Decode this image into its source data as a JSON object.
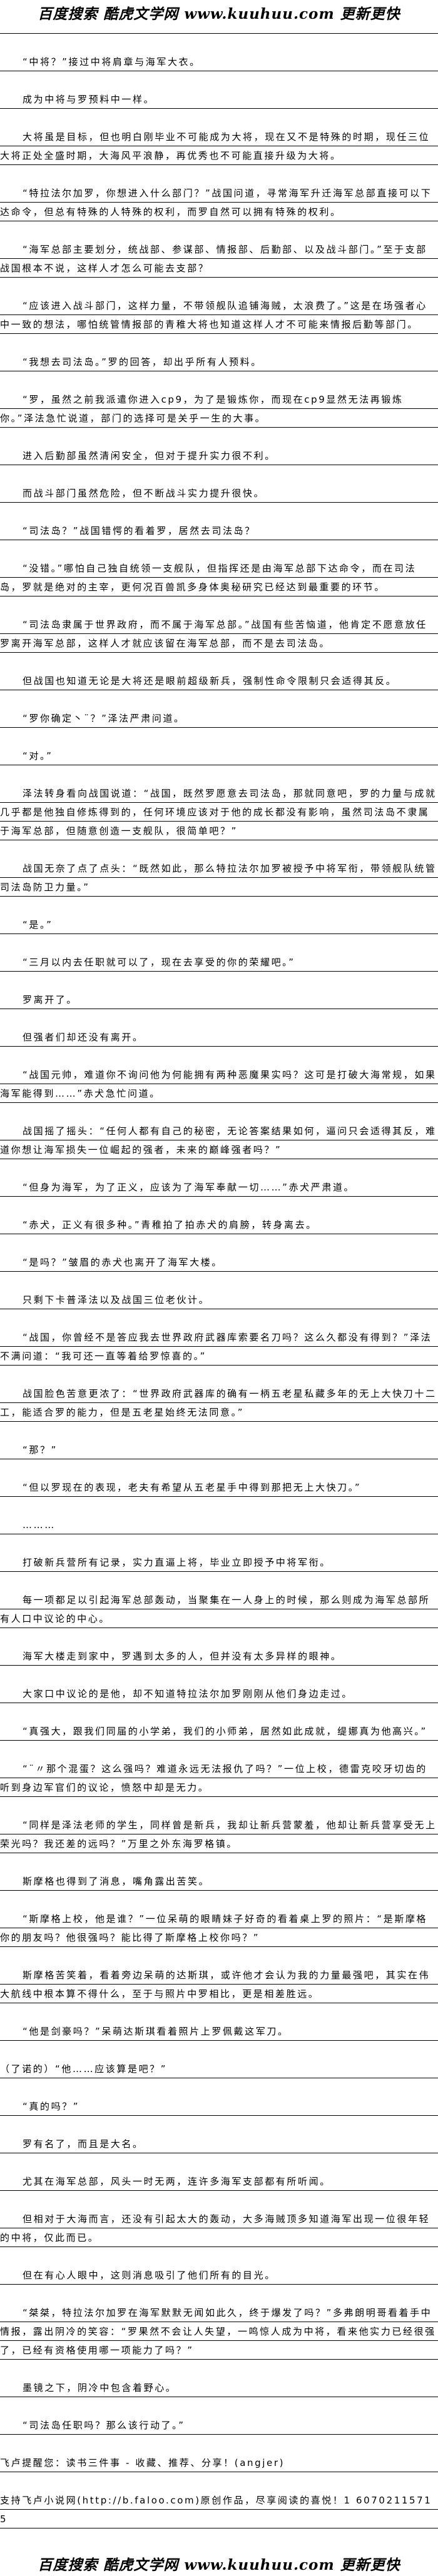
{
  "header": {
    "banner": "百度搜索 酷虎文学网 www.kuuhuu.com 更新更快"
  },
  "paragraphs": [
    {
      "text": "“中将？”接过中将肩章与海军大衣。",
      "indent": true
    },
    {
      "text": "成为中将与罗预料中一样。",
      "indent": true
    },
    {
      "text": "大将虽是目标，但也明白刚毕业不可能成为大将，现在又不是特殊的时期，现任三位大将正处全盛时期，大海风平浪静，再优秀也不可能直接升级为大将。",
      "indent": true
    },
    {
      "text": "“特拉法尔加罗，你想进入什么部门？”战国问道，寻常海军升迁海军总部直接可以下达命令，但总有特殊的人特殊的权利，而罗自然可以拥有特殊的权利。",
      "indent": true
    },
    {
      "text": "“海军总部主要划分，统战部、参谋部、情报部、后勤部、以及战斗部门。”至于支部战国根本不说，这样人才怎么可能去支部？",
      "indent": true
    },
    {
      "text": "“应该进入战斗部门，这样力量，不带领舰队追铺海贼，太浪费了。”这是在场强者心中一致的想法，哪怕统管情报部的青稚大将也知道这样人才不可能来情报后勤等部门。",
      "indent": true
    },
    {
      "text": "“我想去司法岛。”罗的回答，却出乎所有人预料。",
      "indent": true
    },
    {
      "text": "“罗，虽然之前我派遣你进入cp9，为了是锻炼你，而现在cp9显然无法再锻炼你。”泽法急忙说道，部门的选择可是关乎一生的大事。",
      "indent": true
    },
    {
      "text": "进入后勤部虽然清闲安全，但对于提升实力很不利。",
      "indent": true
    },
    {
      "text": "而战斗部门虽然危险，但不断战斗实力提升很快。",
      "indent": true
    },
    {
      "text": "“司法岛？”战国错愕的看着罗，居然去司法岛？",
      "indent": true
    },
    {
      "text": "“没错。”哪怕自己独自统领一支舰队，但指挥还是由海军总部下达命令，而在司法岛，罗就是绝对的主宰，更何况百兽凯多身体奥秘研究已经达到最重要的环节。",
      "indent": true
    },
    {
      "text": "“司法岛隶属于世界政府，而不属于海军总部。”战国有些苦恼道，他肯定不愿意放任罗离开海军总部，这样人才就应该留在海军总部，而不是去司法岛。",
      "indent": true
    },
    {
      "text": "但战国也知道无论是大将还是眼前超级新兵，强制性命令限制只会适得其反。",
      "indent": true
    },
    {
      "text": "“罗你确定丶¨？”泽法严肃问道。",
      "indent": true
    },
    {
      "text": "“对。”",
      "indent": true
    },
    {
      "text": "泽法转身看向战国说道：“战国，既然罗愿意去司法岛，那就同意吧，罗的力量与成就几乎都是他独自修炼得到的，任何环境应该对于他的成长都没有影响，虽然司法岛不隶属于海军总部，但随意创造一支舰队，很简单吧？”",
      "indent": true
    },
    {
      "text": "战国无奈了点了点头：“既然如此，那么特拉法尔加罗被授予中将军衔，带领舰队统管司法岛防卫力量。”",
      "indent": true
    },
    {
      "text": "“是。”",
      "indent": true
    },
    {
      "text": "“三月以内去任职就可以了，现在去享受的你的荣耀吧。”",
      "indent": true
    },
    {
      "text": "罗离开了。",
      "indent": true
    },
    {
      "text": "但强者们却还没有离开。",
      "indent": true
    },
    {
      "text": "“战国元帅，难道你不询问他为何能拥有两种恶魔果实吗？这可是打破大海常规，如果海军能得到……”赤犬急忙问道。",
      "indent": true
    },
    {
      "text": "战国摇了摇头：“任何人都有自己的秘密，无论答案结果如何，逼问只会适得其反，难道你想让海军损失一位崛起的强者，未来的巅峰强者吗？”",
      "indent": true
    },
    {
      "text": "“但身为海军，为了正义，应该为了海军奉献一切……”赤犬严肃道。",
      "indent": true
    },
    {
      "text": "“赤犬，正义有很多种。”青稚拍了拍赤犬的肩膀，转身离去。",
      "indent": true
    },
    {
      "text": "“是吗？”皱眉的赤犬也离开了海军大楼。",
      "indent": true
    },
    {
      "text": "只剩下卡普泽法以及战国三位老伙计。",
      "indent": true
    },
    {
      "text": "“战国，你曾经不是答应我去世界政府武器库索要名刀吗？这么久都没有得到？”泽法不满问道：“我可还一直等着给罗惊喜的。”",
      "indent": true
    },
    {
      "text": "战国脸色苦意更浓了：“世界政府武器库的确有一柄五老星私藏多年的无上大快刀十二工，能适合罗的能力，但是五老星始终无法同意。”",
      "indent": true
    },
    {
      "text": "“那？”",
      "indent": true
    },
    {
      "text": "“但以罗现在的表现，老夫有希望从五老星手中得到那把无上大快刀。”",
      "indent": true
    },
    {
      "text": "………",
      "indent": true
    },
    {
      "text": "打破新兵营所有记录，实力直逼上将，毕业立即授予中将军衔。",
      "indent": true
    },
    {
      "text": "每一项都足以引起海军总部轰动，当聚集在一人身上的时候，那么则成为海军总部所有人口中议论的中心。",
      "indent": true
    },
    {
      "text": "海军大楼走到家中，罗遇到太多的人，但并没有太多异样的眼神。",
      "indent": true
    },
    {
      "text": "大家口中议论的是他，却不知道特拉法尔加罗刚刚从他们身边走过。",
      "indent": true
    },
    {
      "text": "“真强大，跟我们同届的小学弟，我们的小师弟，居然如此成就，缇娜真为他高兴。”",
      "indent": true
    },
    {
      "text": "“¨〃那个混蛋？这么强吗？难道永远无法报仇了吗？”一位上校，德雷克咬牙切齿的听到身边军官们的议论，愤怒中却是无力。",
      "indent": true
    },
    {
      "text": "“同样是泽法老师的学生，同样曾是新兵，我却让新兵营蒙羞，他却让新兵营享受无上荣光吗？我还差的远吗？”万里之外东海罗格镇。",
      "indent": true
    },
    {
      "text": "斯摩格也得到了消息，嘴角露出苦笑。",
      "indent": true
    },
    {
      "text": "“斯摩格上校，他是谁？”一位呆萌的眼睛妹子好奇的看着桌上罗的照片：“是斯摩格你的朋友吗？他很强吗？能比得了斯摩格上校你吗？”",
      "indent": true
    },
    {
      "text": "斯摩格苦笑着，看着旁边呆萌的达斯琪，或许他才会认为我的力量最强吧，其实在伟大航线中根本算不得什么，至于与照片中罗相比，更是相差胜远。",
      "indent": true
    },
    {
      "text": "“他是剑豪吗？”呆萌达斯琪看着照片上罗佩戴这军刀。",
      "indent": true
    },
    {
      "text": "（了诺的）“他……应该算是吧？”",
      "indent": false
    },
    {
      "text": "“真的吗？”",
      "indent": true
    },
    {
      "text": "罗有名了，而且是大名。",
      "indent": true
    },
    {
      "text": "尤其在海军总部，风头一时无两，连许多海军支部都有所听闻。",
      "indent": true
    },
    {
      "text": "但相对于大海而言，还没有引起太大的轰动，大多海贼顶多知道海军出现一位很年轻的中将，仅此而已。",
      "indent": true
    },
    {
      "text": "但在有心人眼中，这则消息吸引了他们所有的目光。",
      "indent": true
    },
    {
      "text": "“桀桀，特拉法尔加罗在海军默默无闻如此久，终于爆发了吗？”多弗朗明哥看着手中情报，露出阴冷的笑容：“罗果然不会让人失望，一鸣惊人成为中将，看来他实力已经很强了，已经有资格使用哪一项能力了吗？”",
      "indent": true
    },
    {
      "text": "墨镜之下，阴冷中包含着野心。",
      "indent": true
    },
    {
      "text": "“司法岛任职吗？那么该行动了。”",
      "indent": true
    },
    {
      "text": "飞卢提醒您：读书三件事 - 收藏、推荐、分享！(angjer)",
      "indent": false
    },
    {
      "text": "支持飞卢小说网(http://b.faloo.com)原创作品，尽享阅读的喜悦！1 60702115715",
      "indent": false
    }
  ],
  "footer": {
    "banner": "百度搜索 酷虎文学网 www.kuuhuu.com 更新更快"
  }
}
